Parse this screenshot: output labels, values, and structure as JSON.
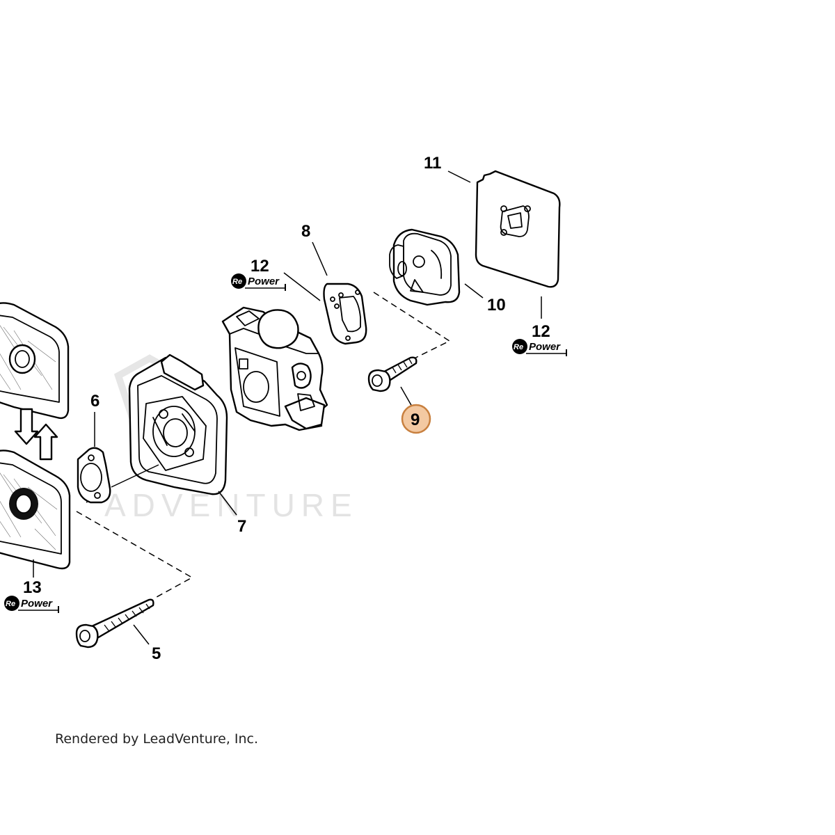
{
  "diagram": {
    "watermark_text": "ADVENTURE",
    "footer_text": "Rendered by LeadVenture, Inc.",
    "highlight_color": "#f3c9a2",
    "callouts": [
      {
        "id": "c5",
        "label": "5"
      },
      {
        "id": "c6",
        "label": "6"
      },
      {
        "id": "c7",
        "label": "7"
      },
      {
        "id": "c8",
        "label": "8"
      },
      {
        "id": "c9",
        "label": "9",
        "highlighted": true
      },
      {
        "id": "c10",
        "label": "10"
      },
      {
        "id": "c11",
        "label": "11"
      },
      {
        "id": "c12a",
        "label": "12"
      },
      {
        "id": "c12b",
        "label": "12"
      },
      {
        "id": "c13",
        "label": "13"
      }
    ],
    "repower_badge": {
      "prefix": "Re",
      "word": "Power"
    }
  }
}
